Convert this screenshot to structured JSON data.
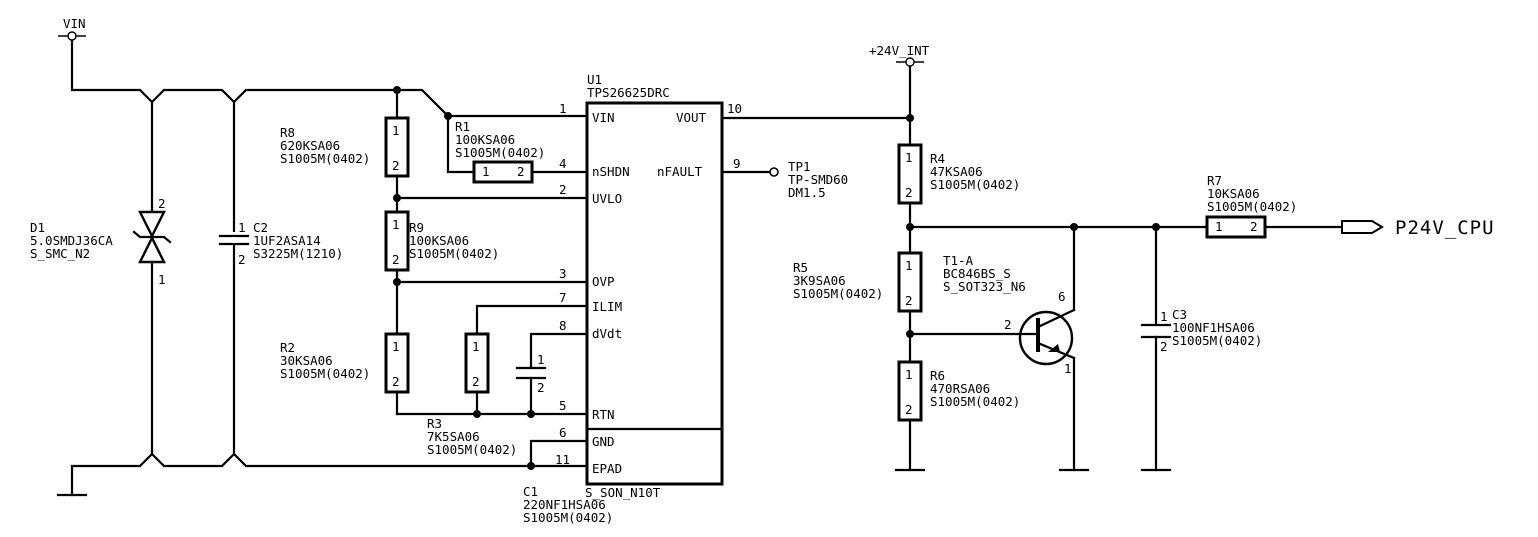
{
  "rails": {
    "vin": "VIN",
    "v24": "+24V_INT"
  },
  "u1": {
    "ref": "U1",
    "value": "TPS26625DRC",
    "footprint": "S_SON_N10T",
    "pins_left": [
      {
        "num": "1",
        "name": "VIN"
      },
      {
        "num": "4",
        "name": "nSHDN"
      },
      {
        "num": "2",
        "name": "UVLO"
      },
      {
        "num": "3",
        "name": "OVP"
      },
      {
        "num": "7",
        "name": "ILIM"
      },
      {
        "num": "8",
        "name": "dVdt"
      },
      {
        "num": "5",
        "name": "RTN"
      },
      {
        "num": "6",
        "name": "GND"
      },
      {
        "num": "11",
        "name": "EPAD"
      }
    ],
    "pins_right": [
      {
        "num": "10",
        "name": "VOUT"
      },
      {
        "num": "9",
        "name": "nFAULT"
      }
    ]
  },
  "d1": {
    "ref": "D1",
    "value": "5.0SMDJ36CA",
    "footprint": "S_SMC_N2",
    "pin_top": "2",
    "pin_bottom": "1"
  },
  "c2": {
    "ref": "C2",
    "value": "1UF2ASA14",
    "footprint": "S3225M(1210)",
    "pin_top": "1",
    "pin_bottom": "2"
  },
  "r8": {
    "ref": "R8",
    "value": "620KSA06",
    "footprint": "S1005M(0402)",
    "pin_a": "1",
    "pin_b": "2"
  },
  "r9": {
    "ref": "R9",
    "value": "100KSA06",
    "footprint": "S1005M(0402)",
    "pin_a": "1",
    "pin_b": "2"
  },
  "r2": {
    "ref": "R2",
    "value": "30KSA06",
    "footprint": "S1005M(0402)",
    "pin_a": "1",
    "pin_b": "2"
  },
  "r1": {
    "ref": "R1",
    "value": "100KSA06",
    "footprint": "S1005M(0402)",
    "pin_a": "1",
    "pin_b": "2"
  },
  "r3": {
    "ref": "R3",
    "value": "7K5SA06",
    "footprint": "S1005M(0402)",
    "pin_a": "1",
    "pin_b": "2"
  },
  "c1": {
    "ref": "C1",
    "value": "220NF1HSA06",
    "footprint": "S1005M(0402)",
    "pin_a": "1",
    "pin_b": "2"
  },
  "tp1": {
    "ref": "TP1",
    "value": "TP-SMD60",
    "footprint": "DM1.5"
  },
  "r4": {
    "ref": "R4",
    "value": "47KSA06",
    "footprint": "S1005M(0402)",
    "pin_a": "1",
    "pin_b": "2"
  },
  "r5": {
    "ref": "R5",
    "value": "3K9SA06",
    "footprint": "S1005M(0402)",
    "pin_a": "1",
    "pin_b": "2"
  },
  "r6": {
    "ref": "R6",
    "value": "470RSA06",
    "footprint": "S1005M(0402)",
    "pin_a": "1",
    "pin_b": "2"
  },
  "t1": {
    "ref": "T1-A",
    "value": "BC846BS_S",
    "footprint": "S_SOT323_N6",
    "pin_base": "2",
    "pin_collector": "6",
    "pin_emitter": "1"
  },
  "r7": {
    "ref": "R7",
    "value": "10KSA06",
    "footprint": "S1005M(0402)",
    "pin_a": "1",
    "pin_b": "2"
  },
  "c3": {
    "ref": "C3",
    "value": "100NF1HSA06",
    "footprint": "S1005M(0402)",
    "pin_a": "1",
    "pin_b": "2"
  },
  "port": {
    "name": "P24V_CPU"
  }
}
